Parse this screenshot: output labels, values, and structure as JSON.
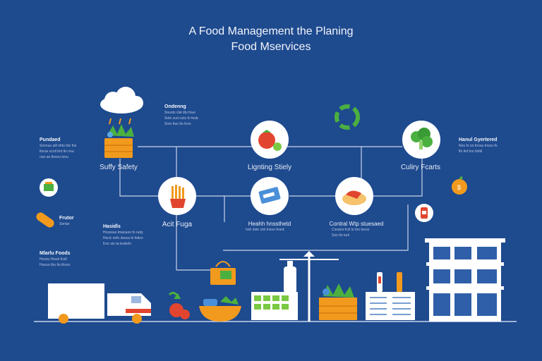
{
  "title": {
    "line1": "A Food Management the Planing",
    "line2": "Food Mservices"
  },
  "nodes": {
    "supply_safety": "Suffy Safety",
    "lighting_safety": "Lignting Stiely",
    "culinary_foods": "Culiry Fcarts",
    "act_fuga": "Acit Fuga",
    "health_inspections": "Heahh hnssthetd",
    "central_management": "Contral Wtp stuesaed"
  },
  "notes": {
    "produced": {
      "heading": "Pundaed",
      "lines": [
        "Sonnuu alil ohto tlor fos",
        "tloras ocnil bnt tlo nnu",
        "nuo ao tlosnu lonu"
      ]
    },
    "ordering": {
      "heading": "Ondenng",
      "lines": [
        "Sounts clal dtu fouo",
        "Soto suct sclu fo feub",
        "Smo ttuo tlu fcoo"
      ]
    },
    "human_gyertered": {
      "heading": "Hanul Gyertered",
      "lines": [
        "Nou fo so tnouu tnucu fo",
        "flo tlof tno tlohll"
      ]
    },
    "fruits": {
      "heading": "Frutor",
      "lines": [
        "Sonlar"
      ]
    },
    "handle": {
      "heading": "Hasidls",
      "lines": [
        "Hcsosuo lmaouoo fo rudy",
        "Hsclc nnfo dsoca lo fsttco",
        "fcoc sio ta toalsrlo"
      ]
    },
    "manufoods": {
      "heading": "Mlarlu Foods",
      "lines": [
        "Hcsou Hosol fcoll",
        "Huouo thu tlu thsoo"
      ]
    },
    "health_lines": [
      "hoh dsto ctnl tnsoo hoed"
    ],
    "central_lines": [
      "Coraloo fcsl lo tno tacso",
      "Soo tlo tuol"
    ]
  },
  "colors": {
    "background": "#1e4a8e",
    "line": "#c9d4e8",
    "orange": "#f29a1d",
    "green": "#4bb03f",
    "red": "#e2452f",
    "white": "#ffffff"
  },
  "icons": [
    "cloud-rain-icon",
    "basket-icon",
    "recycle-icon",
    "tomato-icon",
    "broccoli-icon",
    "fries-icon",
    "ticket-icon",
    "food-plate-icon",
    "pot-icon",
    "orange-icon",
    "sausage-icon",
    "can-icon",
    "bag-icon",
    "truck-icon",
    "scale-icon",
    "fruit-icon",
    "bowl-icon",
    "crate-icon",
    "bottle-icon",
    "document-icon",
    "building-icon"
  ]
}
